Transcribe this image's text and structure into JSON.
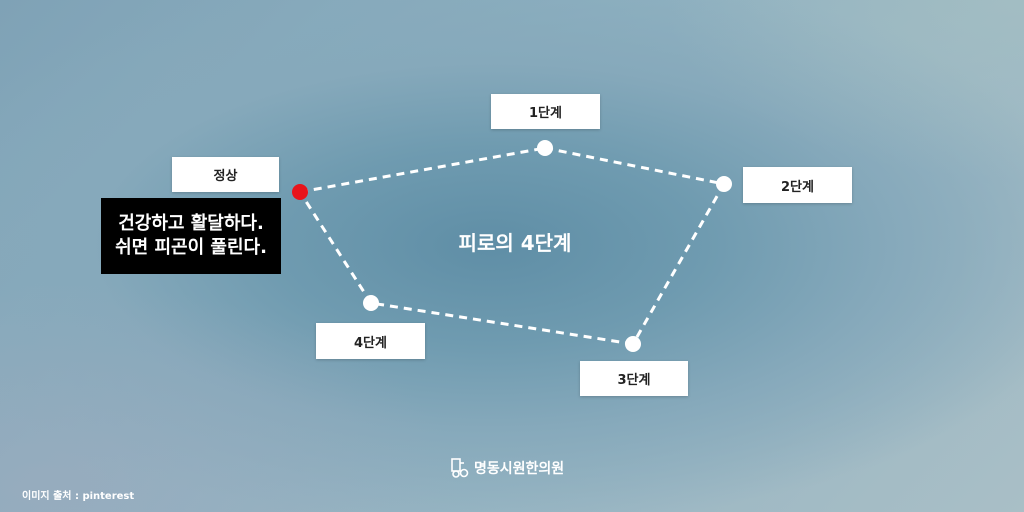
{
  "diagram": {
    "title": "피로의 4단계",
    "normal_label": "정상",
    "normal_note_line1": "건강하고 활달하다.",
    "normal_note_line2": "쉬면 피곤이 풀린다.",
    "stage_labels": [
      "1단계",
      "2단계",
      "3단계",
      "4단계"
    ]
  },
  "footer": {
    "logo_text": "명동시원한의원",
    "source_text": "이미지 출처 : pinterest"
  },
  "colors": {
    "normal_dot": "#e8141b",
    "stage_dot": "#ffffff",
    "line": "#ffffff"
  }
}
